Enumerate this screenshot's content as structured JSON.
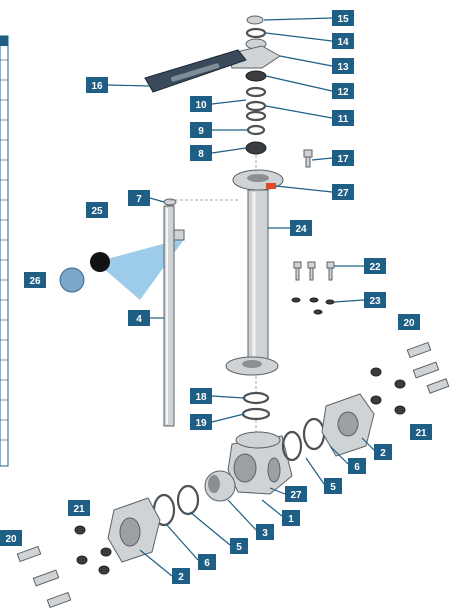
{
  "diagram": {
    "callouts": [
      {
        "id": "c15",
        "label": "15"
      },
      {
        "id": "c14",
        "label": "14"
      },
      {
        "id": "c13",
        "label": "13"
      },
      {
        "id": "c12",
        "label": "12"
      },
      {
        "id": "c11",
        "label": "11"
      },
      {
        "id": "c10",
        "label": "10"
      },
      {
        "id": "c9",
        "label": "9"
      },
      {
        "id": "c8",
        "label": "8"
      },
      {
        "id": "c16",
        "label": "16"
      },
      {
        "id": "c17",
        "label": "17"
      },
      {
        "id": "c7",
        "label": "7"
      },
      {
        "id": "c27a",
        "label": "27"
      },
      {
        "id": "c25",
        "label": "25"
      },
      {
        "id": "c24",
        "label": "24"
      },
      {
        "id": "c26",
        "label": "26"
      },
      {
        "id": "c22",
        "label": "22"
      },
      {
        "id": "c23",
        "label": "23"
      },
      {
        "id": "c4",
        "label": "4"
      },
      {
        "id": "c20a",
        "label": "20"
      },
      {
        "id": "c18",
        "label": "18"
      },
      {
        "id": "c19",
        "label": "19"
      },
      {
        "id": "c21a",
        "label": "21"
      },
      {
        "id": "c2a",
        "label": "2"
      },
      {
        "id": "c6a",
        "label": "6"
      },
      {
        "id": "c5a",
        "label": "5"
      },
      {
        "id": "c27b",
        "label": "27"
      },
      {
        "id": "c1",
        "label": "1"
      },
      {
        "id": "c3",
        "label": "3"
      },
      {
        "id": "c5b",
        "label": "5"
      },
      {
        "id": "c6b",
        "label": "6"
      },
      {
        "id": "c2b",
        "label": "2"
      },
      {
        "id": "c21b",
        "label": "21"
      },
      {
        "id": "c20b",
        "label": "20"
      }
    ],
    "colors": {
      "callout": "#1f5f86",
      "highlight": "#4aa3d8",
      "accent": "#e04a2a"
    }
  }
}
